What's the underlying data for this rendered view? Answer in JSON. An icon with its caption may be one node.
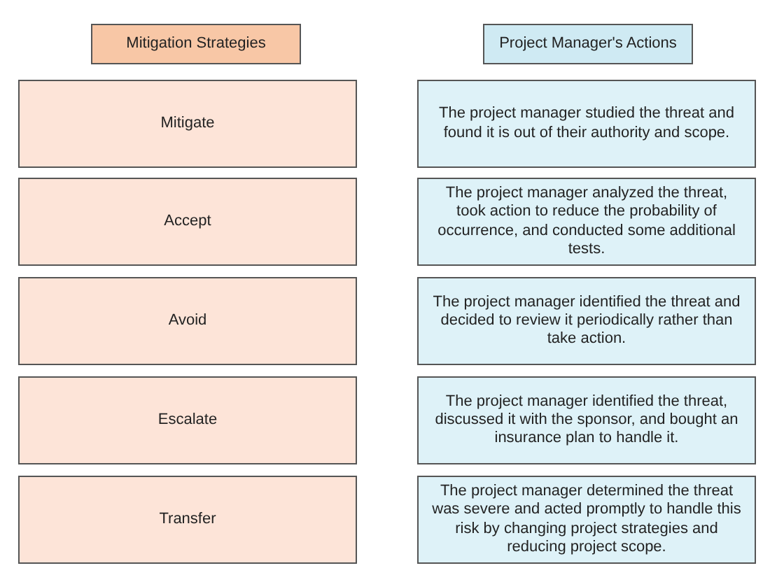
{
  "diagram": {
    "nodes": [
      {
        "text": [
          "Mitigation Strategies"
        ]
      },
      {
        "text": [
          "Project Manager's Actions"
        ]
      },
      {
        "text": [
          "Mitigate"
        ]
      },
      {
        "text": [
          "The project manager studied the threat and found it is out of their authority and scope."
        ]
      },
      {
        "text": [
          "Accept"
        ]
      },
      {
        "text": [
          "The project manager analyzed the threat, took action to reduce the probability of occurrence, and conducted some additional tests."
        ]
      },
      {
        "text": [
          "Avoid"
        ]
      },
      {
        "text": [
          "The project manager identified the threat and decided to review it periodically rather than take action."
        ]
      },
      {
        "text": [
          "Escalate"
        ]
      },
      {
        "text": [
          "The project manager identified the threat, discussed it with the sponsor, and bought an insurance plan to handle it."
        ]
      },
      {
        "text": [
          "Transfer"
        ]
      },
      {
        "text": [
          "The project manager determined the threat was severe and acted promptly to handle this risk by changing project strategies and reducing project scope."
        ]
      }
    ]
  }
}
